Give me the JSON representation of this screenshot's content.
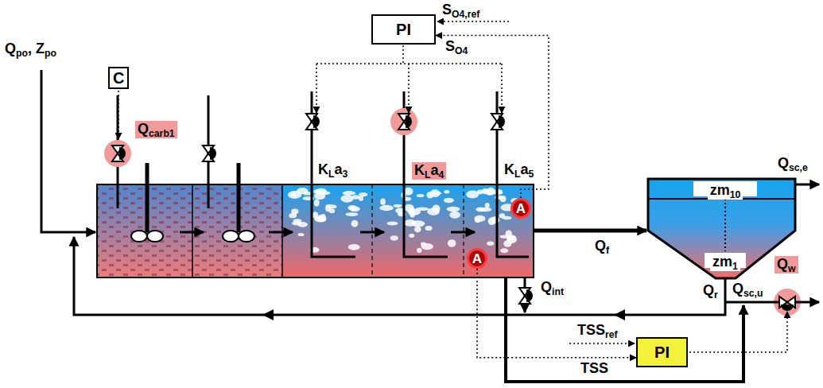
{
  "diagram": {
    "nodes": [
      {
        "text": [
          "C"
        ]
      },
      {
        "text": [
          "PI"
        ]
      },
      {
        "text": [
          "A"
        ]
      },
      {
        "text": [
          "A"
        ]
      },
      {
        "text": [
          "PI"
        ]
      }
    ],
    "edges": [
      {
        "from": 2,
        "to": 1,
        "arrow": "to",
        "label": "SO4"
      },
      {
        "from": 3,
        "to": 4,
        "arrow": "to",
        "label": "TSS"
      }
    ],
    "labels": [
      "Qpo, Zpo",
      "Qcarb1",
      "SO4,ref",
      "KLa3",
      "KLa4",
      "KLa5",
      "Qsc,e",
      "zm10",
      "zm1",
      "Qf",
      "Qint",
      "Qr",
      "Qsc,u",
      "Qw",
      "TSSref"
    ]
  }
}
